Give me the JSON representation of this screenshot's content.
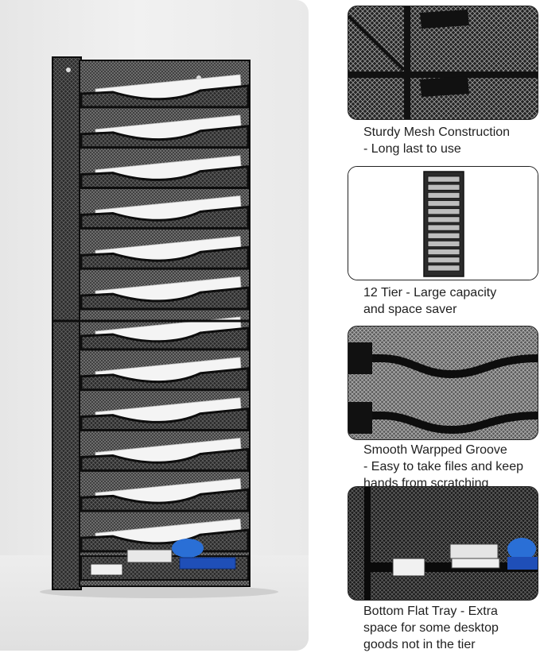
{
  "features": [
    {
      "line1": "Sturdy Mesh Construction",
      "line2": "- Long last to use",
      "line3": ""
    },
    {
      "line1": "12 Tier - Large capacity",
      "line2": "and space saver",
      "line3": ""
    },
    {
      "line1": "Smooth Warpped Groove",
      "line2": "- Easy to take files and keep",
      "line3": "hands from scratching"
    },
    {
      "line1": "Bottom Flat Tray - Extra",
      "line2": "space for some desktop",
      "line3": "goods not in the tier"
    }
  ],
  "tier_count": 12,
  "colors": {
    "mesh": "#1e1e1e",
    "frame": "#0d0d0d",
    "paper": "#f4f4f4",
    "tape_blue": "#1f4fb8"
  },
  "icons": [
    "mesh-detail-image",
    "organizer-thumbnail",
    "groove-detail-image",
    "tray-detail-image"
  ]
}
